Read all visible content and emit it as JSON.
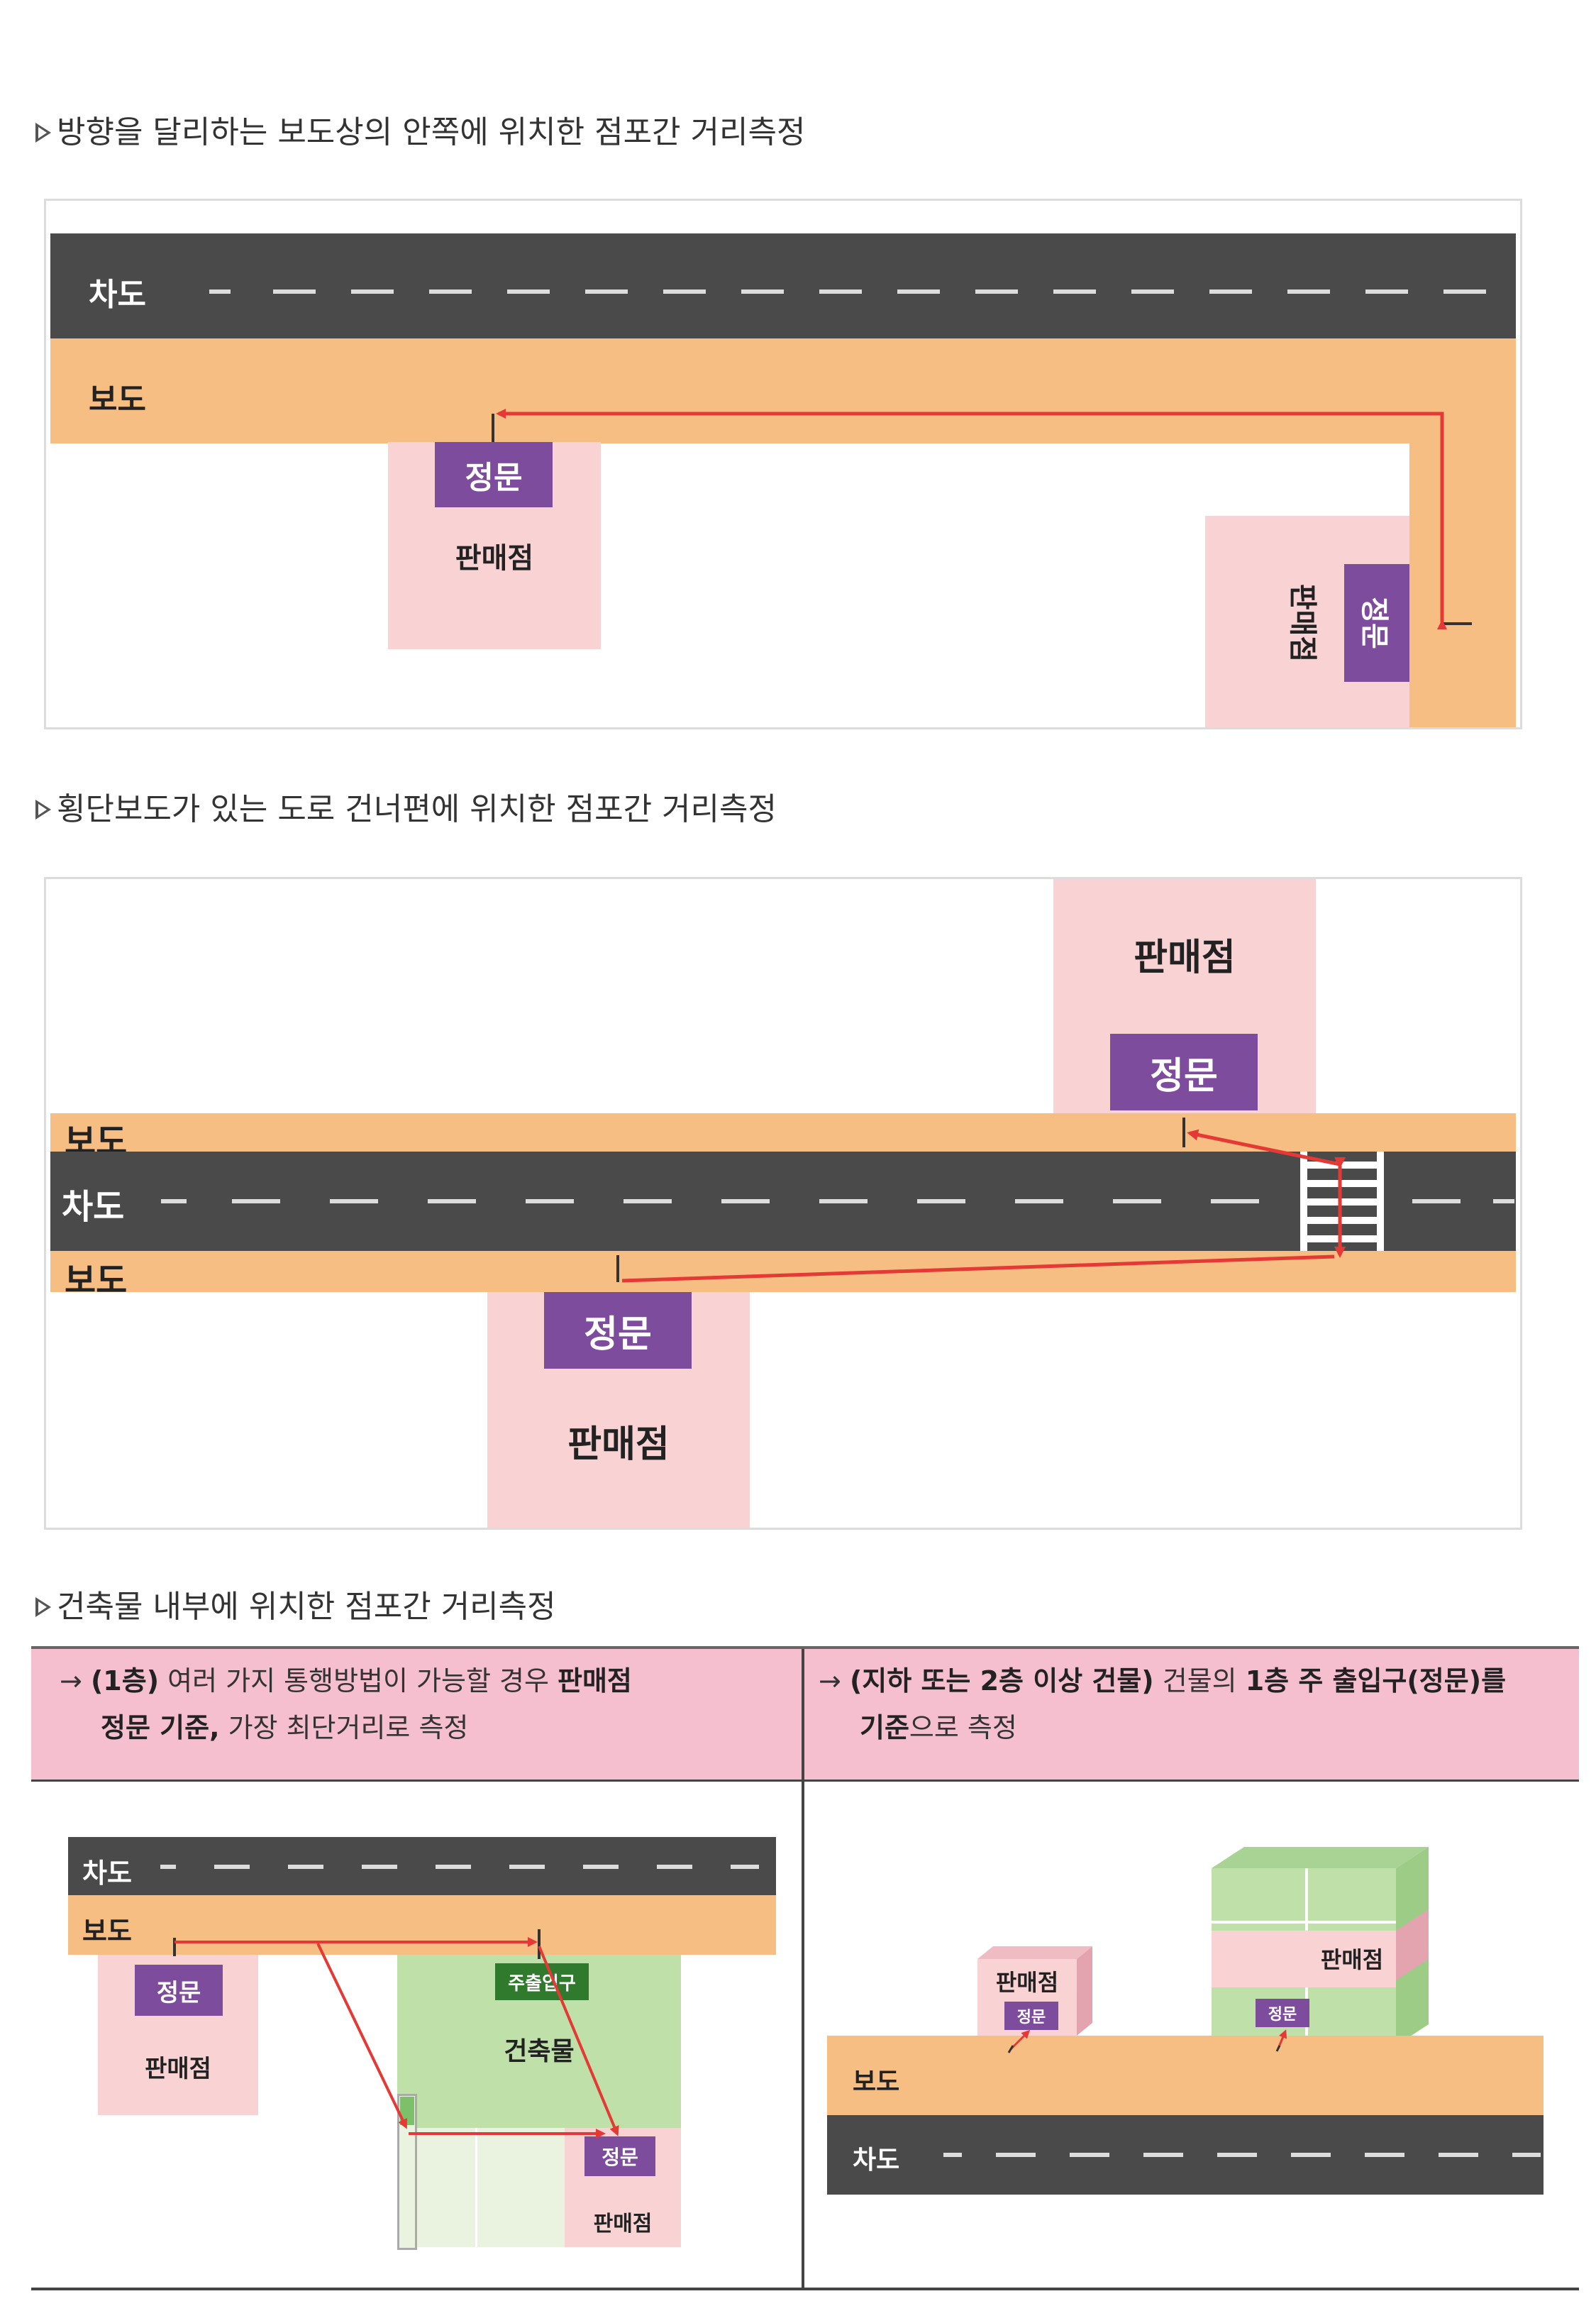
{
  "sections": {
    "s1": {
      "title": "방향을 달리하는 보도상의 안쪽에 위치한 점포간 거리측정"
    },
    "s2": {
      "title": "횡단보도가 있는 도로 건너편에 위치한 점포간 거리측정"
    },
    "s3": {
      "title": "건축물 내부에 위치한 점포간 거리측정"
    }
  },
  "labels": {
    "road": "차도",
    "sidewalk": "보도",
    "gate": "정문",
    "shop": "판매점",
    "main_entrance": "주출입구",
    "building": "건축물"
  },
  "table": {
    "left": {
      "arrow": "→",
      "p1": "(1층)",
      "p2": " 여러 가지 통행방법이 가능할 경우 ",
      "p3": "판매점",
      "p4": "정문 기준,",
      "p5": " 가장 최단거리로 측정"
    },
    "right": {
      "arrow": "→",
      "p1": "(지하 또는 2층 이상 건물)",
      "p2": " 건물의 ",
      "p3": "1층 주 출입구(정문)",
      "p4": "를",
      "p5": "기준",
      "p6": "으로 측정"
    }
  },
  "colors": {
    "road": "#4a4a4a",
    "sidewalk": "#f6be83",
    "shop": "#f9d3d4",
    "gate": "#7d4c9d",
    "building": "#bfe0a8",
    "entrance": "#2f7a2c",
    "arrow": "#e53935",
    "header": "#f6bfd0"
  }
}
